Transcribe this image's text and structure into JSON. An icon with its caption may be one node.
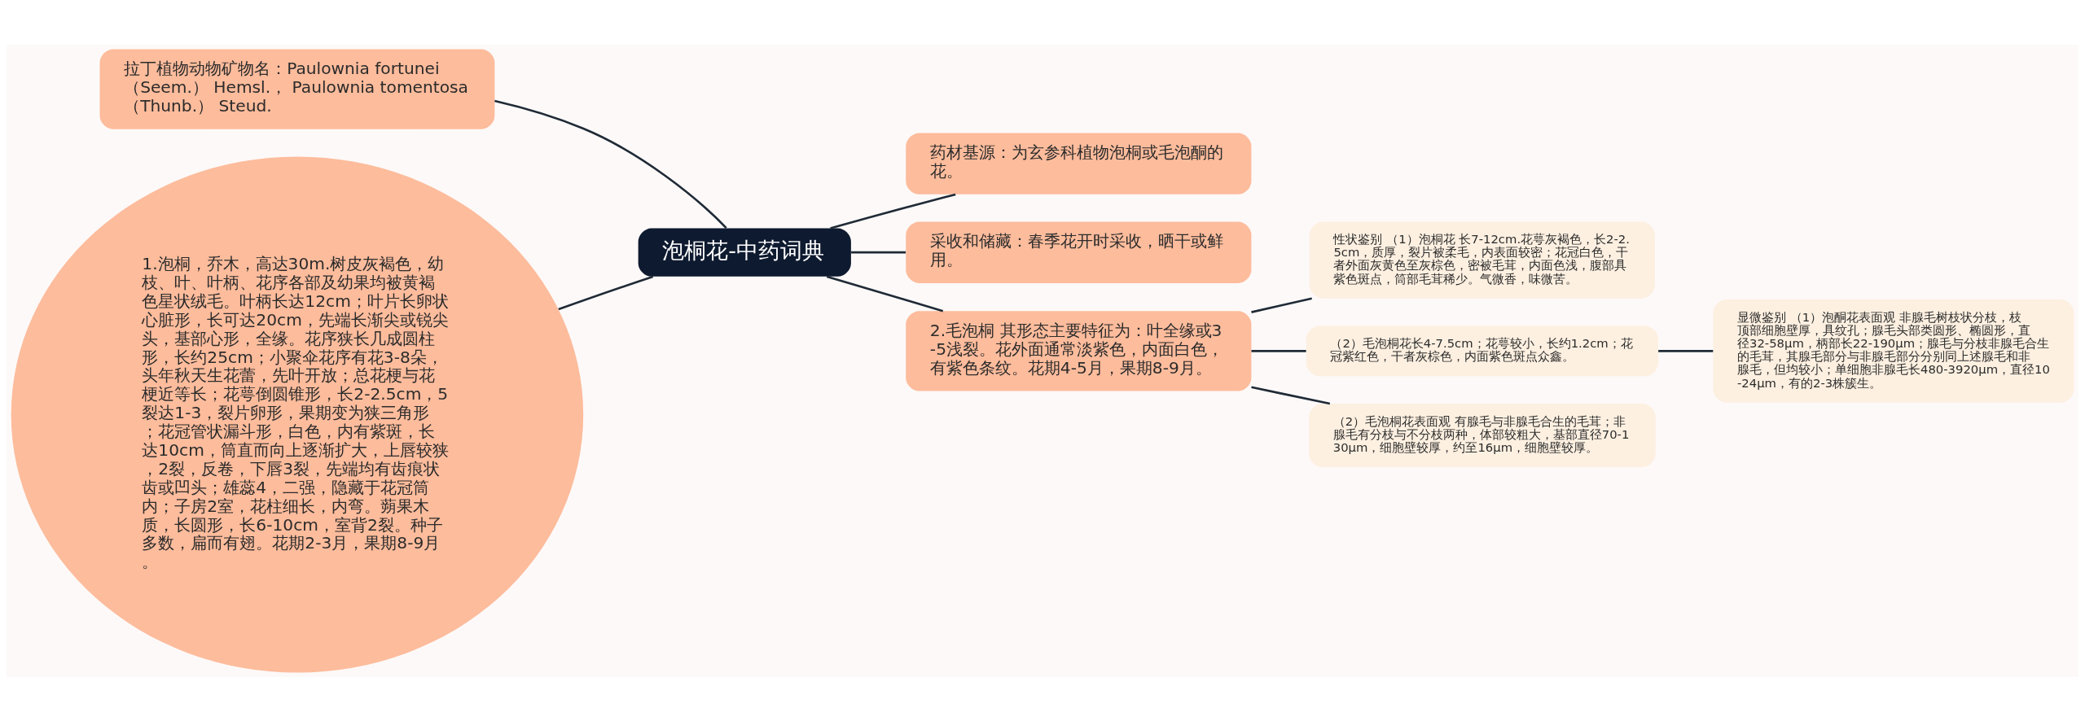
{
  "diagram": {
    "nodes": [
      {
        "text": [
          "泡桐花-中药词典"
        ]
      },
      {
        "text": [
          "拉丁植物动物矿物名：Paulownia fortunei （Seem.） Hemsl.， Paulownia tomentosa （Thunb.） Steud."
        ]
      },
      {
        "text": [
          "1.泡桐，乔木，高达30m.树皮灰褐色，幼枝、叶、叶柄、花序各部及幼果均被黄褐色星状绒毛。叶柄长达12cm；叶片长卵状心脏形，长可达20cm，先端长渐尖或锐尖头，基部心形，全缘。花序狭长几成圆柱形，长约25cm；小聚伞花序有花3-8朵，头年秋天生花蕾，先叶开放；总花梗与花梗近等长；花萼倒圆锥形，长2-2.5cm，5裂达1-3，裂片卵形，果期变为狭三角形；花冠管状漏斗形，白色，内有紫斑，长达10cm，筒直而向上逐渐扩大，上唇较狭，2裂，反卷，下唇3裂，先端均有齿痕状齿或凹头；雄蕊4，二强，隐藏于花冠筒内；子房2室，花柱细长，内弯。蒴果木质，长圆形，长6-10cm，室背2裂。种子多数，扁而有翅。花期2-3月，果期8-9月。"
        ]
      },
      {
        "text": [
          "药材基源：为玄参科植物泡桐或毛泡酮的花。"
        ]
      },
      {
        "text": [
          "采收和储藏：春季花开时采收，晒干或鲜用。"
        ]
      },
      {
        "text": [
          "2.毛泡桐 其形态主要特征为：叶全缘或3-5浅裂。花外面通常淡紫色，内面白色，有紫色条纹。花期4-5月，果期8-9月。"
        ]
      },
      {
        "text": [
          "性状鉴别 （1）泡桐花 长7-12cm.花萼灰褐色，长2-2.5cm，质厚，裂片被柔毛，内表面较密；花冠白色，干者外面灰黄色至灰棕色，密被毛茸，内面色浅，腹部具紫色斑点，筒部毛茸稀少。气微香，味微苦。"
        ]
      },
      {
        "text": [
          "（2）毛泡桐花长4-7.5cm；花萼较小，长约1.2cm；花冠紫红色，干者灰棕色，内面紫色斑点众鑫。"
        ]
      },
      {
        "text": [
          "（2）毛泡桐花表面观 有腺毛与非腺毛合生的毛茸；非腺毛有分枝与不分枝两种，体部较粗大，基部直径70-130μm，细胞壁较厚，约至16μm，细胞壁较厚。"
        ]
      },
      {
        "text": [
          "显微鉴别 （1）泡酮花表面观 非腺毛树枝状分枝，枝顶部细胞壁厚，具纹孔；腺毛头部类圆形、椭圆形，直径32-58μm，柄部长22-190μm；腺毛与分枝非腺毛合生的毛茸，其腺毛部分与非腺毛部分分别同上述腺毛和非腺毛，但均较小；单细胞非腺毛长480-3920μm，直径10-24μm，有的2-3株簇生。"
        ]
      }
    ],
    "edges": [
      {
        "from": 0,
        "to": 1,
        "arrow": "none"
      },
      {
        "from": 0,
        "to": 2,
        "arrow": "none"
      },
      {
        "from": 0,
        "to": 3,
        "arrow": "none"
      },
      {
        "from": 0,
        "to": 4,
        "arrow": "none"
      },
      {
        "from": 0,
        "to": 5,
        "arrow": "none"
      },
      {
        "from": 5,
        "to": 6,
        "arrow": "none"
      },
      {
        "from": 5,
        "to": 7,
        "arrow": "none"
      },
      {
        "from": 5,
        "to": 8,
        "arrow": "none"
      },
      {
        "from": 7,
        "to": 9,
        "arrow": "none"
      }
    ]
  }
}
